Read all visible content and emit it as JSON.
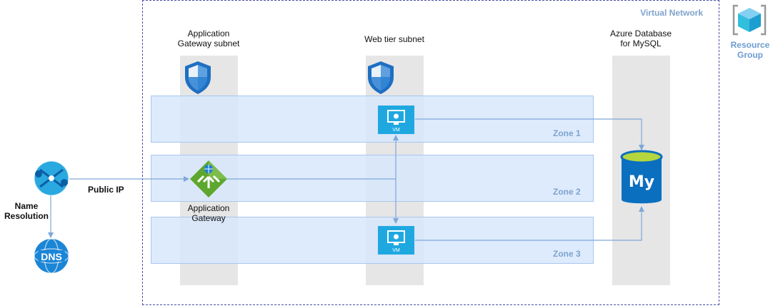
{
  "virtual_network": {
    "label": "Virtual Network"
  },
  "resource_group": {
    "label_line1": "Resource",
    "label_line2": "Group"
  },
  "columns": {
    "app_gateway_subnet": {
      "line1": "Application",
      "line2": "Gateway subnet"
    },
    "web_tier_subnet": {
      "line1": "Web tier subnet"
    },
    "database": {
      "line1": "Azure Database",
      "line2": "for MySQL"
    }
  },
  "zones": [
    "Zone 1",
    "Zone 2",
    "Zone 3"
  ],
  "nodes": {
    "app_gateway": {
      "line1": "Application",
      "line2": "Gateway"
    },
    "vm1": {
      "label": "VM"
    },
    "vm2": {
      "label": "VM"
    },
    "mysql": {
      "glyph": "My"
    },
    "dns": {
      "glyph": "DNS"
    }
  },
  "labels": {
    "public_ip": "Public IP",
    "name_resolution_line1": "Name",
    "name_resolution_line2": "Resolution"
  },
  "colors": {
    "vnet_border": "#4b4fa6",
    "zone_fill": "#d6e6fc",
    "subnet_column": "#e6e6e6",
    "connector": "#7fa7d9",
    "azure_blue": "#0078d4",
    "mysql_top": "#b4d63f",
    "gateway_green": "#5ea72e"
  },
  "icons": [
    "resource-group-icon",
    "shield-icon",
    "vm-icon",
    "mysql-icon",
    "application-gateway-icon",
    "front-door-icon",
    "dns-icon"
  ]
}
